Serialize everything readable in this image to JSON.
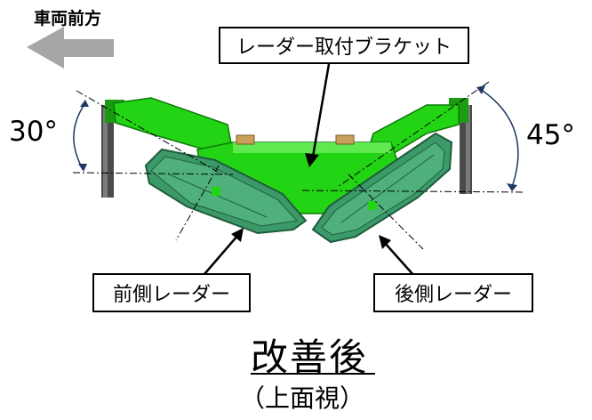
{
  "direction": {
    "label": "車両前方"
  },
  "callouts": {
    "bracket": "レーダー取付ブラケット",
    "front_radar": "前側レーダー",
    "rear_radar": "後側レーダー"
  },
  "angles": {
    "left": "30°",
    "right": "45°"
  },
  "caption": {
    "title": "改善後",
    "subtitle": "（上面視）"
  },
  "colors": {
    "bracket_green": "#22d414",
    "bracket_dark": "#0f7a0a",
    "radar_green": "#3c9a6a",
    "radar_dark": "#1f5c3c",
    "arrow_gray": "#a6a6a6",
    "arc_blue": "#1f3864"
  }
}
